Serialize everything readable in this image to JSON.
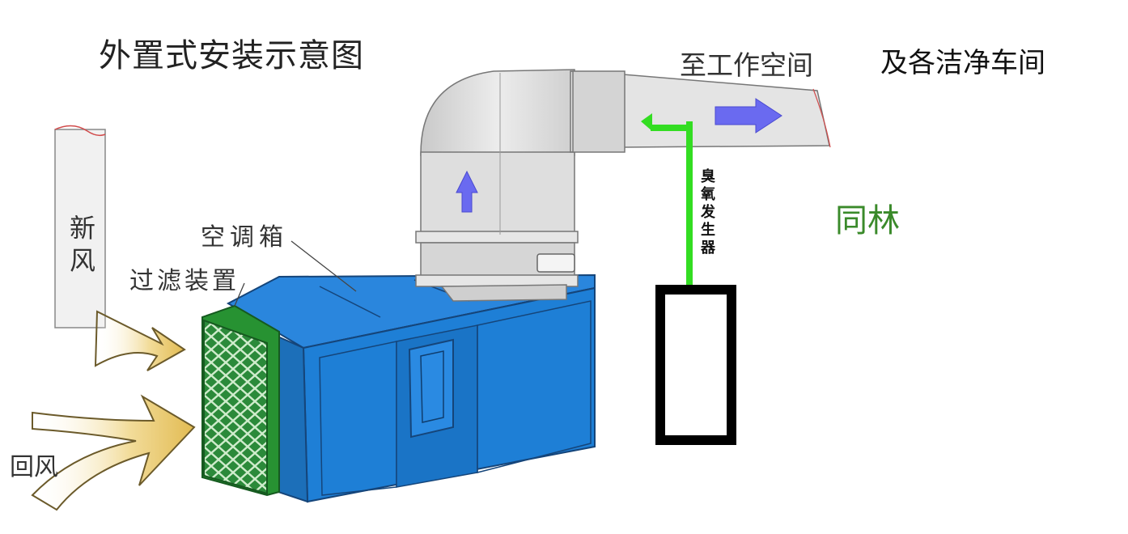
{
  "title": "外置式安装示意图",
  "outlet_label": "至工作空间",
  "rooms_label": "及各洁净车间",
  "brand": "同林",
  "fresh_air": [
    "新",
    "风"
  ],
  "return_air": "回风",
  "ahu_label": "空调箱",
  "filter_label": "过滤装置",
  "purifier_chars": [
    "臭",
    "氧",
    "发",
    "生",
    "器"
  ],
  "colors": {
    "housing_blue": "#1e7fd6",
    "filter_green": "#2e9e3e",
    "duct_grey": "#d9d9d9",
    "pipe_green": "#33dd22",
    "flow_arrow": "#6a6af0",
    "air_arrow": "#e8c860"
  }
}
